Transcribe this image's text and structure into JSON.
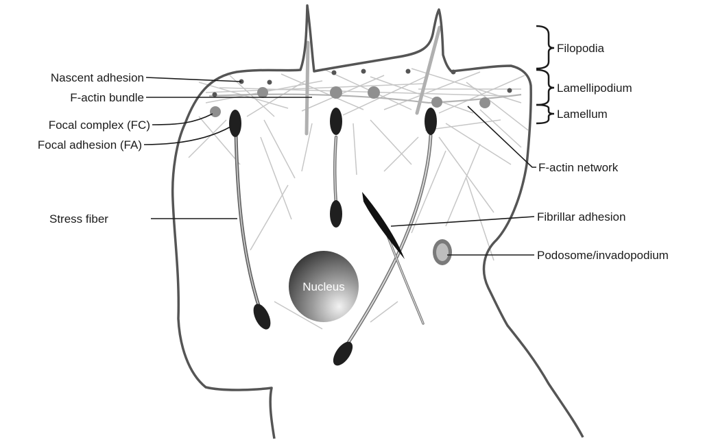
{
  "labels": {
    "filopodia": "Filopodia",
    "lamellipodium": "Lamellipodium",
    "lamellum": "Lamellum",
    "nascent_adhesion": "Nascent adhesion",
    "factin_bundle": "F-actin bundle",
    "focal_complex": "Focal complex (FC)",
    "focal_adhesion": "Focal adhesion (FA)",
    "factin_network": "F-actin network",
    "stress_fiber": "Stress fiber",
    "fibrillar_adhesion": "Fibrillar adhesion",
    "podosome": "Podosome/invadopodium",
    "nucleus": "Nucleus"
  },
  "colors": {
    "membrane": "#555555",
    "adhesion": "#1f1f1f",
    "focal_complex": "#8f8f8f",
    "actin": "#c6c6c6",
    "text": "#1a1a1a"
  }
}
